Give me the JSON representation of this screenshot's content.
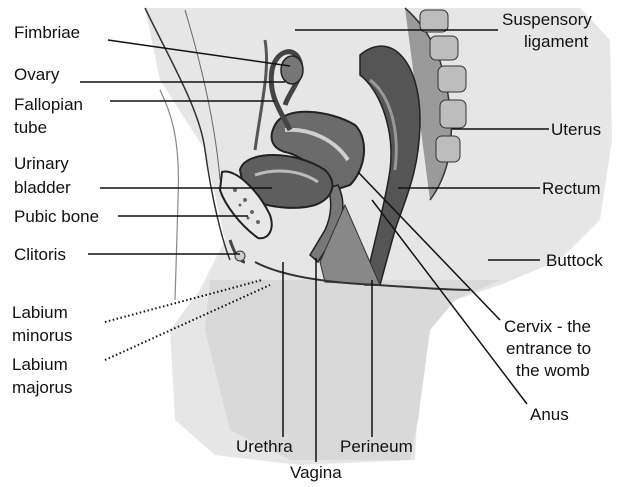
{
  "labels": {
    "fimbriae": "Fimbriae",
    "ovary": "Ovary",
    "fallopian_1": "Fallopian",
    "fallopian_2": "tube",
    "urinary_1": "Urinary",
    "urinary_2": "bladder",
    "pubic_bone": "Pubic bone",
    "clitoris": "Clitoris",
    "labium_minorus_1": "Labium",
    "labium_minorus_2": "minorus",
    "labium_majorus_1": "Labium",
    "labium_majorus_2": "majorus",
    "suspensory_1": "Suspensory",
    "suspensory_2": "ligament",
    "uterus": "Uterus",
    "rectum": "Rectum",
    "buttock": "Buttock",
    "cervix_1": "Cervix - the",
    "cervix_2": "entrance to",
    "cervix_3": "the womb",
    "anus": "Anus",
    "urethra": "Urethra",
    "perineum": "Perineum",
    "vagina": "Vagina"
  }
}
